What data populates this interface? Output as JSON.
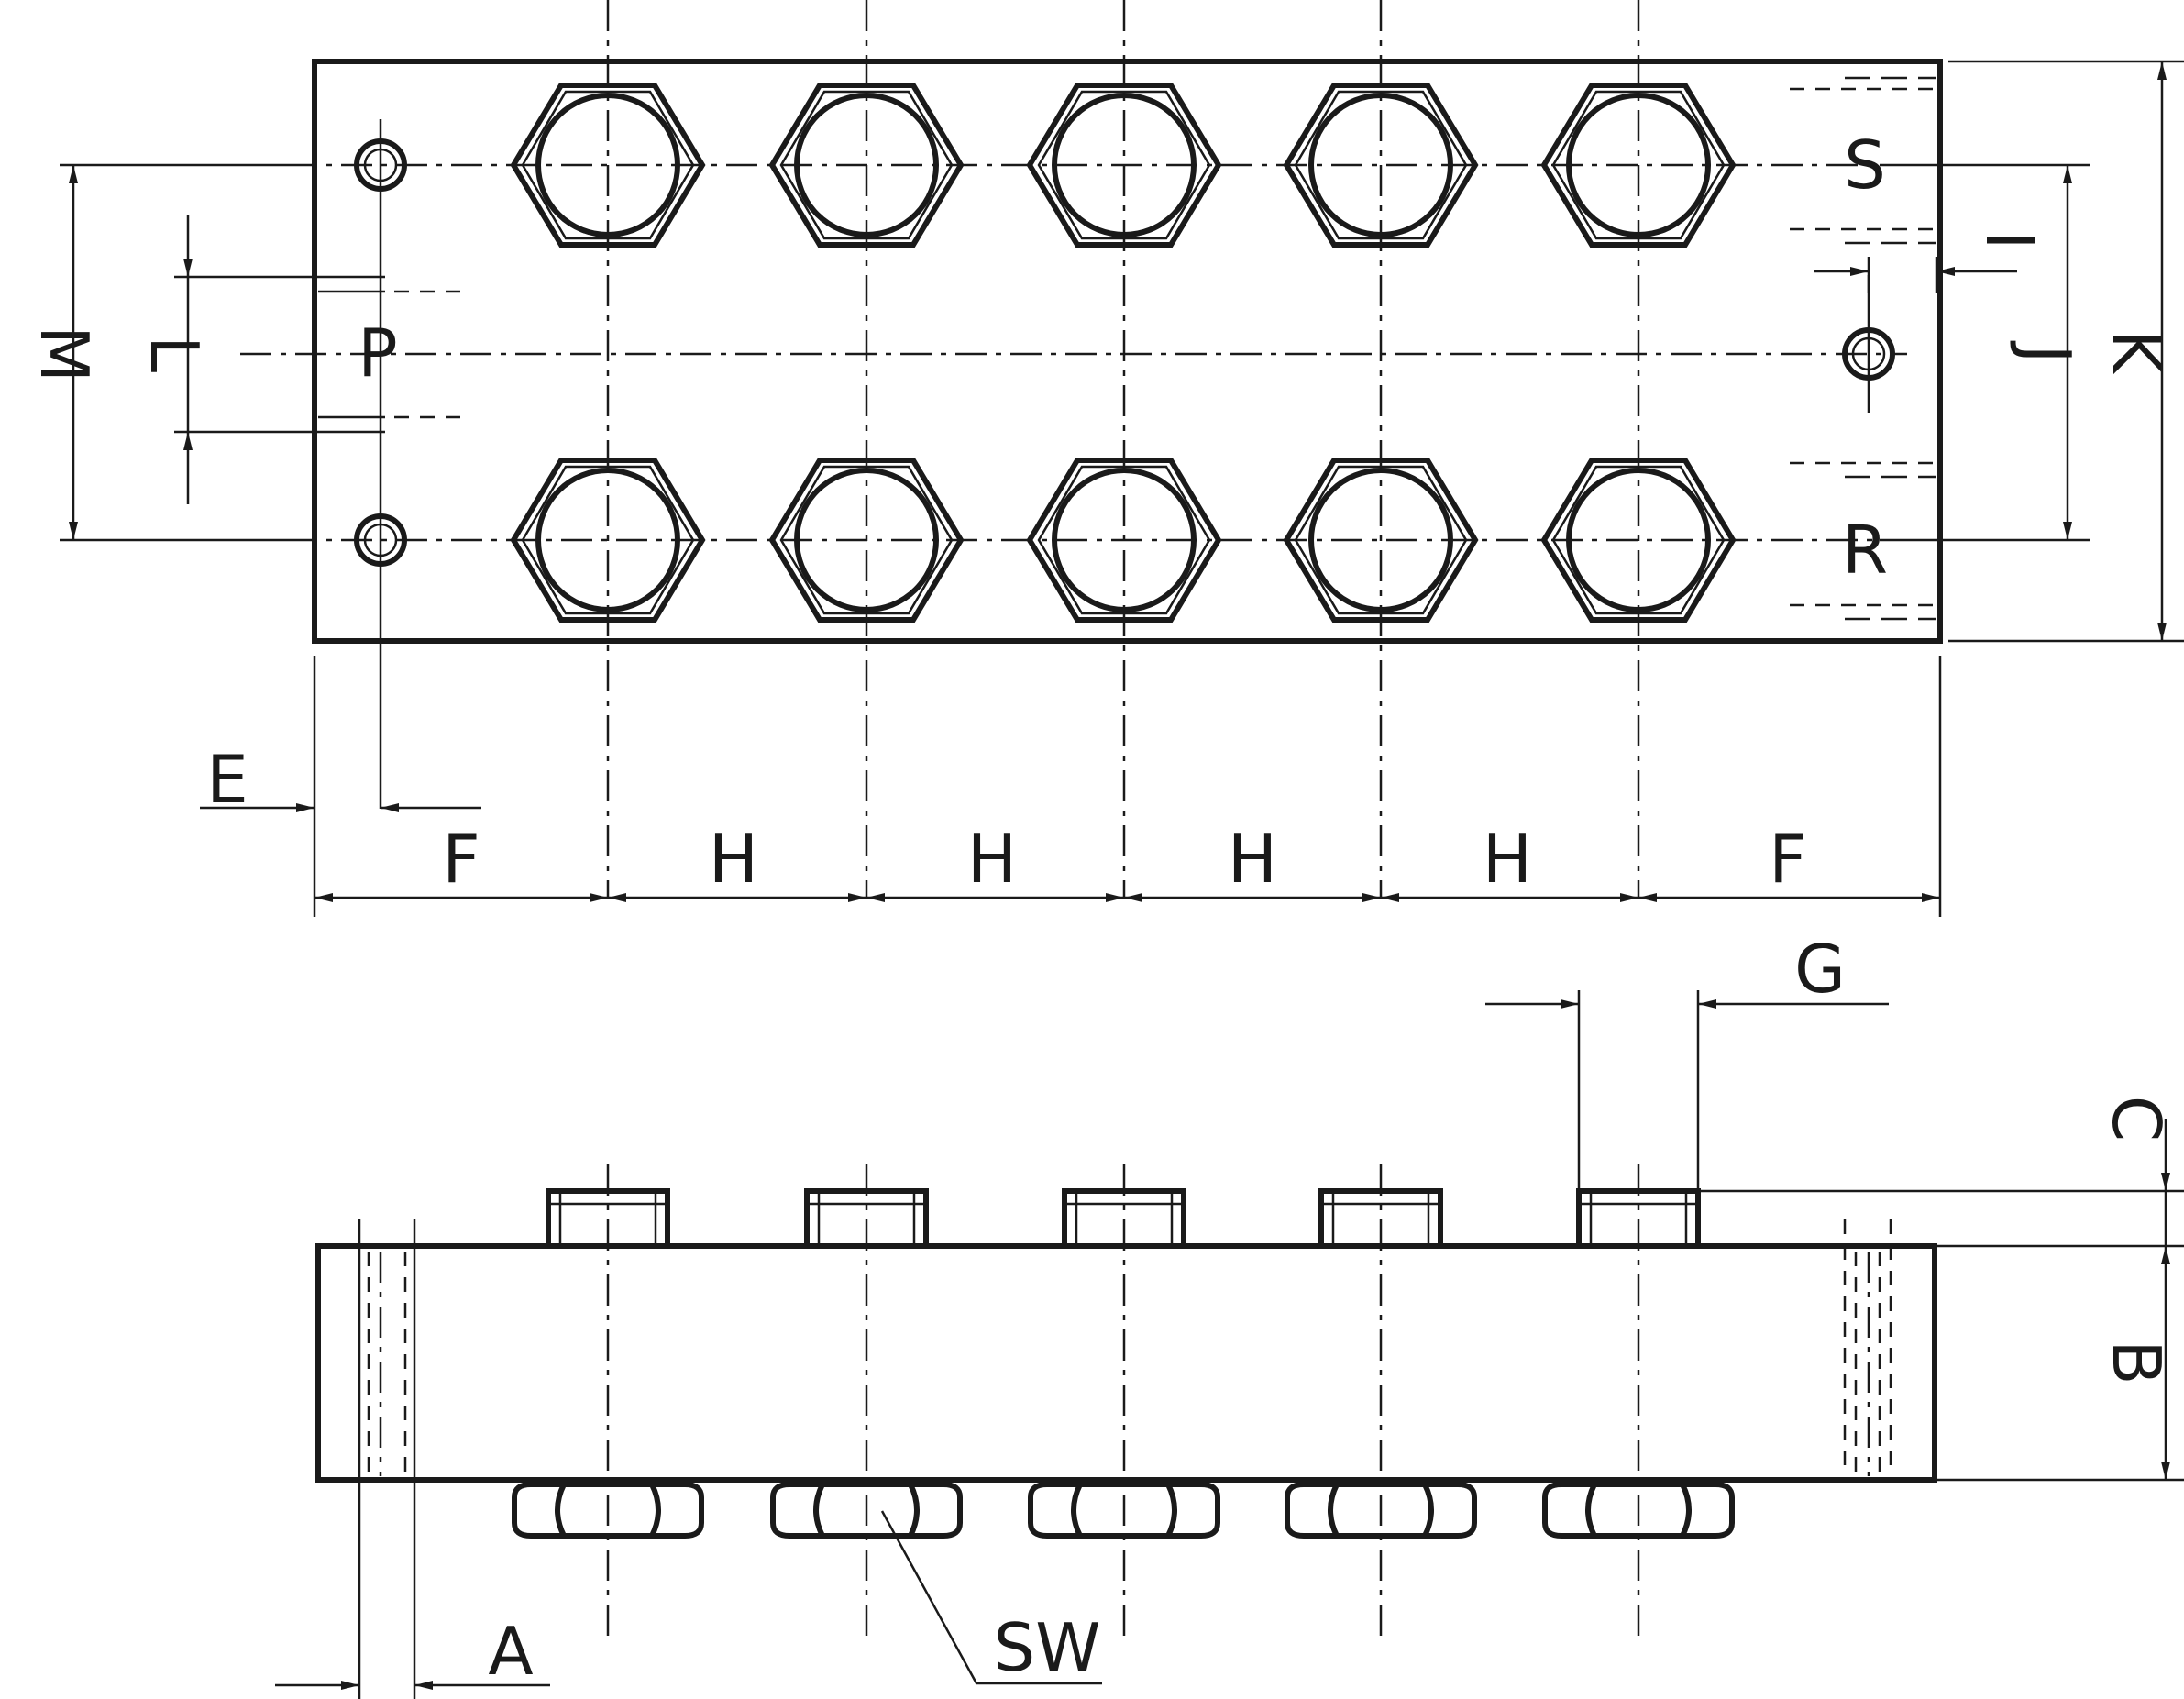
{
  "labels": {
    "M": "M",
    "L": "L",
    "P": "P",
    "S": "S",
    "I": "I",
    "J": "J",
    "K": "K",
    "R": "R",
    "E": "E",
    "F_left": "F",
    "H1": "H",
    "H2": "H",
    "H3": "H",
    "H4": "H",
    "F_right": "F",
    "G": "G",
    "C": "C",
    "B": "B",
    "A": "A",
    "SW": "SW"
  },
  "ports_per_row": 5
}
